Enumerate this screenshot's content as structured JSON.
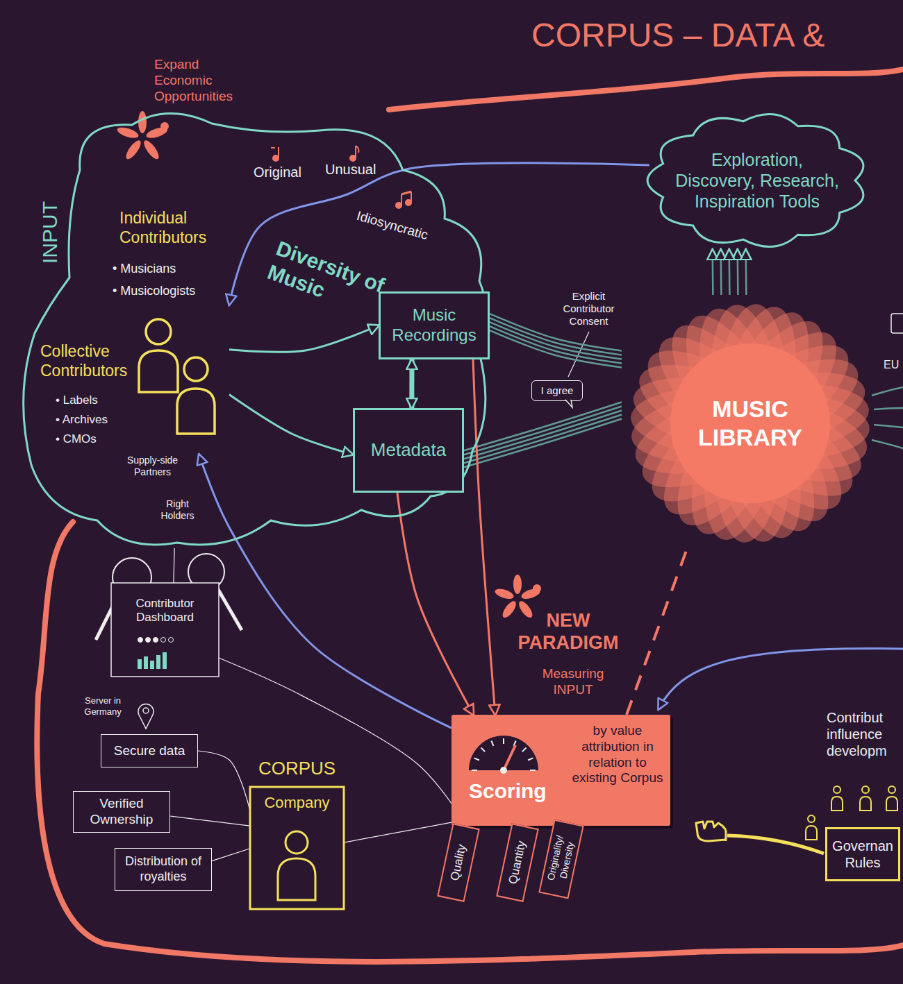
{
  "diagram": {
    "title": "CORPUS – DATA &",
    "nodes": [
      {
        "text": [
          "Diversity of Music"
        ]
      },
      {
        "text": [
          "Individual Contributors",
          "• Musicians",
          "• Musicologists",
          "Collective Contributors",
          "• Labels",
          "• Archives",
          "• CMOs"
        ],
        "in": 0
      },
      {
        "text": [
          "Music Recordings"
        ],
        "in": 0
      },
      {
        "text": [
          "Metadata"
        ],
        "in": 0
      },
      {
        "text": [
          "Exploration, Discovery, Research, Inspiration Tools"
        ]
      },
      {
        "text": [
          "I agree"
        ]
      },
      {
        "text": [
          "MUSIC LIBRARY"
        ]
      },
      {
        "text": [
          "Contributor Dashboard"
        ]
      },
      {
        "text": [
          "Scoring",
          "by value attribution in relation to existing Corpus"
        ]
      },
      {
        "text": [
          "Quality"
        ]
      },
      {
        "text": [
          "Quantity"
        ]
      },
      {
        "text": [
          "Originality/ Diversity"
        ]
      },
      {
        "text": [
          "Secure data"
        ]
      },
      {
        "text": [
          "Verified Ownership"
        ]
      },
      {
        "text": [
          "Distribution of royalties"
        ]
      },
      {
        "text": [
          "CORPUS",
          "Company"
        ]
      },
      {
        "text": [
          "Governan Rules"
        ]
      }
    ],
    "edges": [
      {
        "from": 1,
        "to": 2,
        "arrow": "to"
      },
      {
        "from": 1,
        "to": 3,
        "arrow": "to"
      },
      {
        "from": 2,
        "to": 3,
        "arrow": "both"
      },
      {
        "from": 2,
        "to": 6,
        "arrow": "none"
      },
      {
        "from": 3,
        "to": 6,
        "arrow": "none"
      },
      {
        "from": 6,
        "to": 4,
        "arrow": "to"
      },
      {
        "from": 2,
        "to": 8,
        "arrow": "to"
      },
      {
        "from": 3,
        "to": 8,
        "arrow": "to"
      },
      {
        "from": 6,
        "to": 8,
        "arrow": "none"
      },
      {
        "from": 8,
        "to": 1,
        "arrow": "to"
      },
      {
        "from": 4,
        "to": 1,
        "arrow": "to"
      },
      {
        "from": 7,
        "to": 8,
        "arrow": "none"
      },
      {
        "from": 15,
        "to": 8,
        "arrow": "none"
      },
      {
        "from": 12,
        "to": 15,
        "arrow": "none"
      },
      {
        "from": 13,
        "to": 15,
        "arrow": "none"
      },
      {
        "from": 14,
        "to": 15,
        "arrow": "none"
      },
      {
        "from": 0,
        "to": 7,
        "arrow": "none"
      }
    ],
    "labels": [
      "Expand Economic Opportunities",
      "INPUT",
      "Original",
      "Unusual",
      "Idiosyncratic",
      "Supply-side Partners",
      "Right Holders",
      "Explicit Contributor Consent",
      "NEW PARADIGM",
      "Measuring INPUT",
      "Server in Germany",
      "Contribut influence developm",
      "EU"
    ]
  }
}
